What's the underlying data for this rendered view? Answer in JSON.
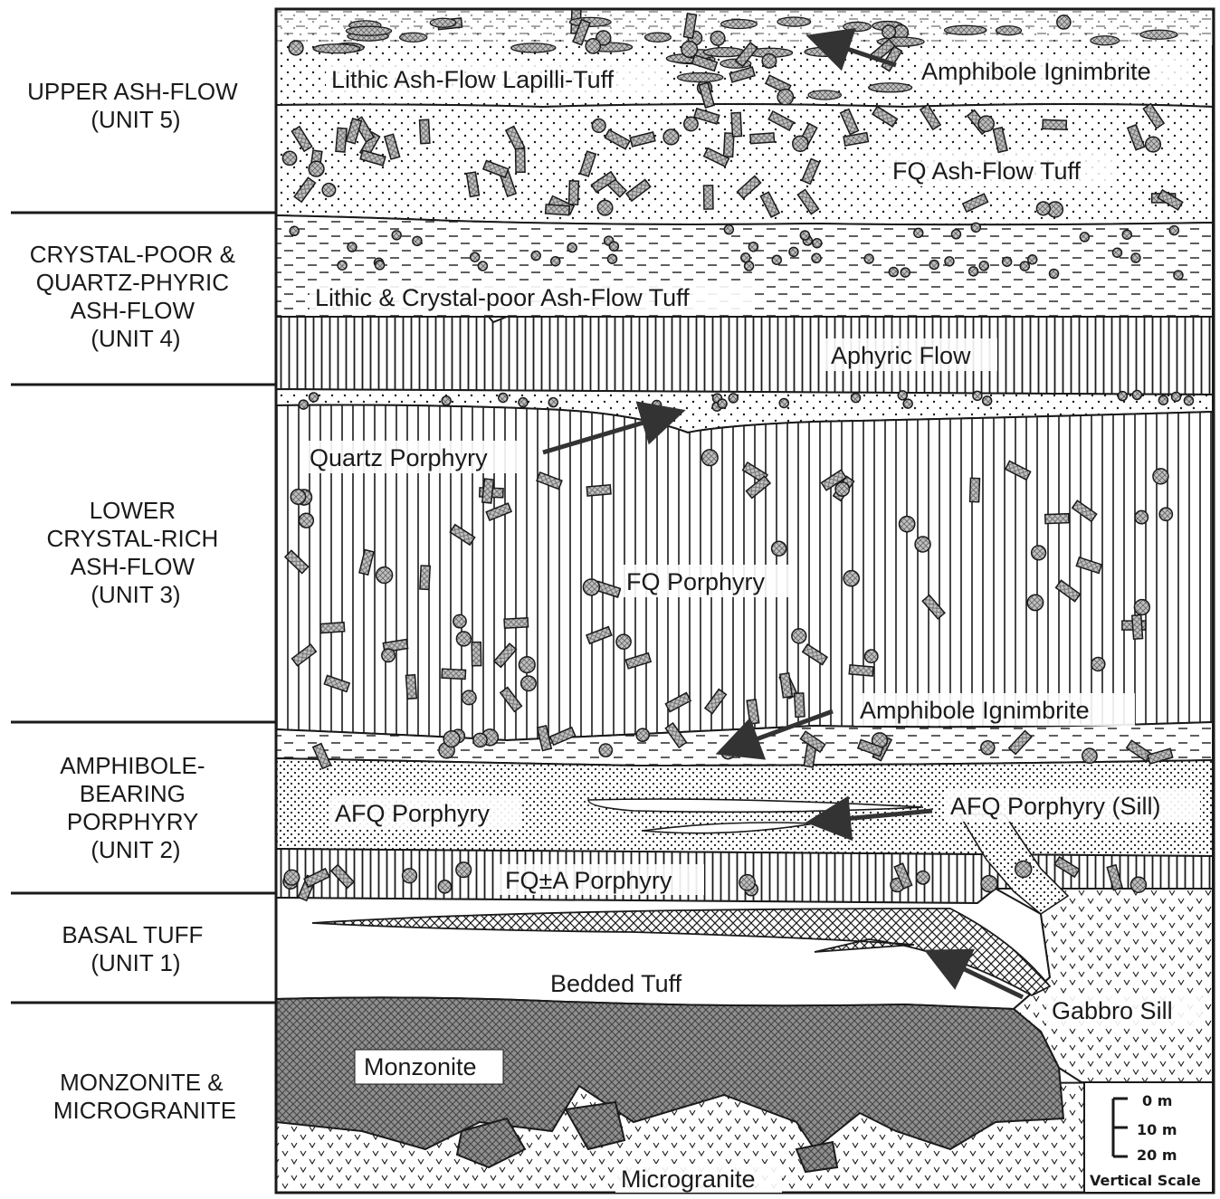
{
  "units": [
    {
      "label_lines": [
        "UPPER ASH-FLOW",
        "(UNIT 5)"
      ]
    },
    {
      "label_lines": [
        "CRYSTAL-POOR &",
        "QUARTZ-PHYRIC",
        "ASH-FLOW",
        "(UNIT 4)"
      ]
    },
    {
      "label_lines": [
        "LOWER",
        "CRYSTAL-RICH",
        "ASH-FLOW",
        "(UNIT 3)"
      ]
    },
    {
      "label_lines": [
        "AMPHIBOLE-",
        "BEARING",
        "PORPHYRY",
        "(UNIT 2)"
      ]
    },
    {
      "label_lines": [
        "BASAL TUFF",
        "(UNIT 1)"
      ]
    },
    {
      "label_lines": [
        "MONZONITE &",
        "MICROGRANITE"
      ]
    }
  ],
  "lithologies": {
    "lithic_ash_flow": "Lithic Ash-Flow Lapilli-Tuff",
    "amphibole_ignimbrite_upper": "Amphibole Ignimbrite",
    "fq_ash_flow": "FQ Ash-Flow Tuff",
    "lithic_crystal_poor": "Lithic & Crystal-poor Ash-Flow Tuff",
    "aphyric_flow": "Aphyric Flow",
    "quartz_porphyry": "Quartz Porphyry",
    "fq_porphyry": "FQ Porphyry",
    "amphibole_ignimbrite_lower": "Amphibole Ignimbrite",
    "afq_porphyry": "AFQ Porphyry",
    "afq_porphyry_sill": "AFQ Porphyry (Sill)",
    "fqa_porphyry": "FQ±A Porphyry",
    "bedded_tuff": "Bedded Tuff",
    "gabbro_sill": "Gabbro Sill",
    "monzonite": "Monzonite",
    "microgranite": "Microgranite"
  },
  "scale": {
    "ticks": [
      "0 m",
      "10 m",
      "20 m"
    ],
    "label": "Vertical Scale"
  },
  "colors": {
    "ink": "#1a1a1a",
    "monzonite_fill": "#8f8f8f",
    "paper": "#ffffff"
  }
}
